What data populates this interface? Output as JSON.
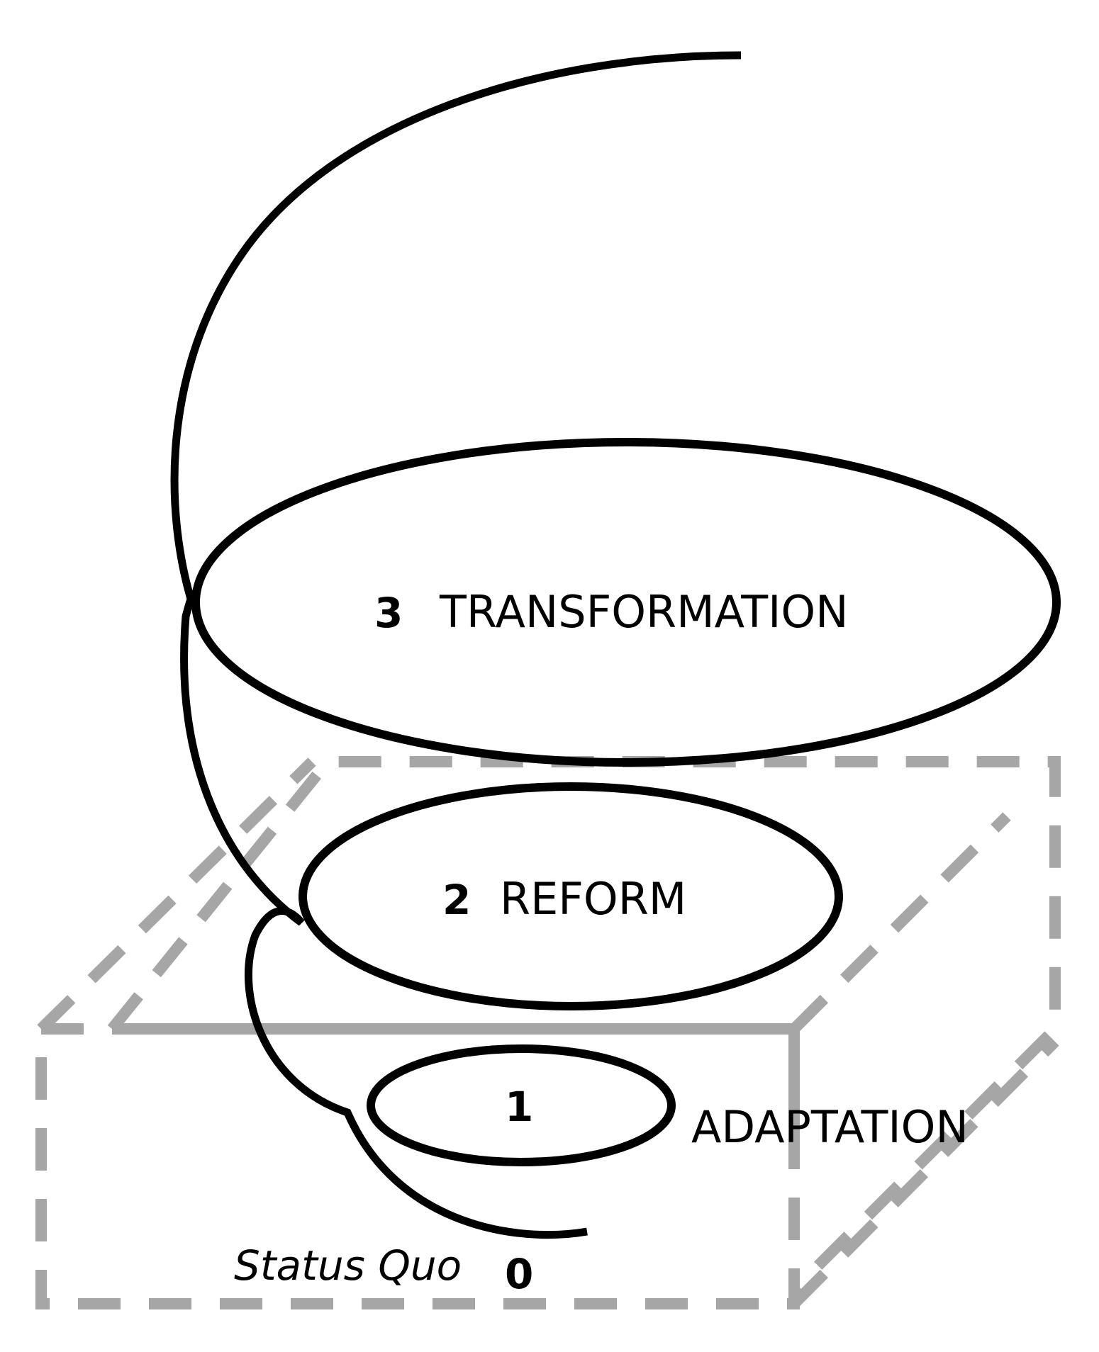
{
  "levels": [
    {
      "number": "0",
      "label": "Status Quo"
    },
    {
      "number": "1",
      "label": "ADAPTATION"
    },
    {
      "number": "2",
      "label": "REFORM"
    },
    {
      "number": "3",
      "label": "TRANSFORMATION"
    }
  ],
  "colors": {
    "spiral": "#000000",
    "box": "#a6a6a6",
    "background": "#ffffff"
  }
}
